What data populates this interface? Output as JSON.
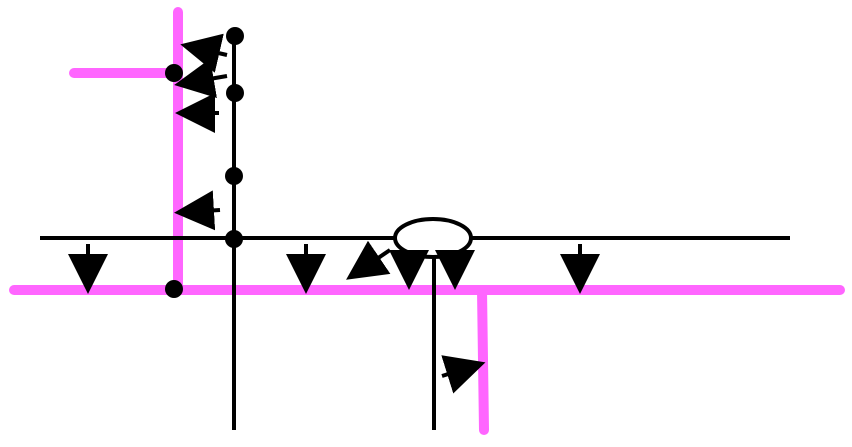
{
  "colors": {
    "background": "#ffffff",
    "ink": "#000000",
    "accent": "#ff66ff"
  },
  "diagram": {
    "description_visible_text": "",
    "elements": {
      "pink_lines": [
        "vertical-left-pink",
        "top-left-pink",
        "bottom-pink",
        "right-drop-pink"
      ],
      "black_lines": [
        "vertical-black",
        "horizontal-black",
        "center-vertical-black"
      ],
      "dots": [
        "dot-1",
        "dot-2",
        "dot-3",
        "dot-4",
        "dot-5",
        "dot-6"
      ],
      "arrows": [
        "arrow-1",
        "arrow-2",
        "arrow-3",
        "arrow-4",
        "arrow-5",
        "arrow-6",
        "arrow-7",
        "arrow-8",
        "arrow-9",
        "arrow-10"
      ],
      "ellipse": "junction-ellipse"
    }
  }
}
